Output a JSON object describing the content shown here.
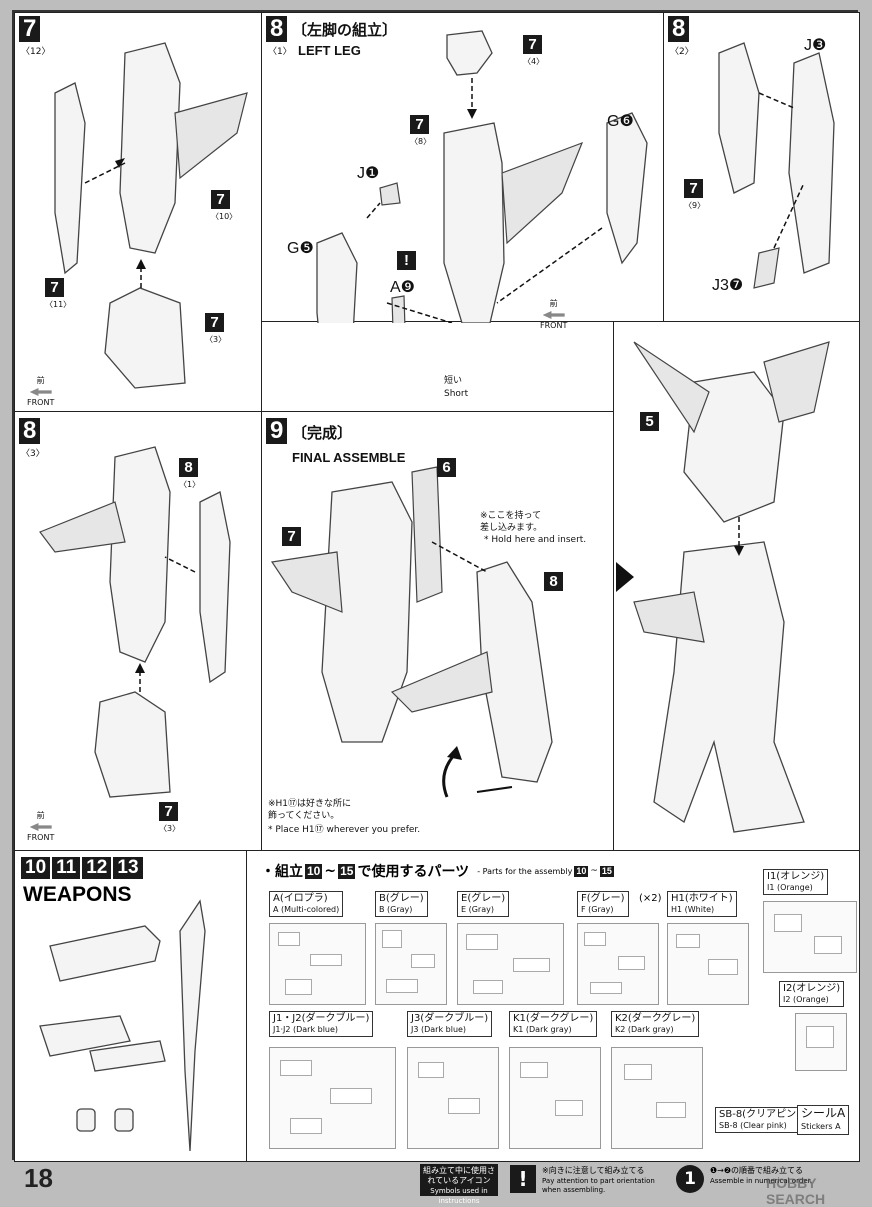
{
  "page_number": "18",
  "front_label_jp": "前",
  "front_label_en": "FRONT",
  "steps": {
    "s7_12": {
      "num": "7",
      "sub": "〈12〉",
      "tags": [
        {
          "num": "7",
          "sub": "〈10〉"
        },
        {
          "num": "7",
          "sub": "〈11〉"
        },
        {
          "num": "7",
          "sub": "〈3〉"
        }
      ]
    },
    "s8_1": {
      "num": "8",
      "sub": "〈1〉",
      "title_jp": "〔左脚の組立〕",
      "title_en": "LEFT LEG",
      "tags": [
        {
          "num": "7",
          "sub": "〈4〉"
        },
        {
          "num": "7",
          "sub": "〈8〉"
        }
      ],
      "labels": {
        "j1": "J❶",
        "g6": "G❻",
        "g5": "G❺",
        "a9": "A❾"
      },
      "short_jp": "短い",
      "short_en": "Short"
    },
    "s8_2": {
      "num": "8",
      "sub": "〈2〉",
      "tags": [
        {
          "num": "7",
          "sub": "〈9〉"
        }
      ],
      "labels": {
        "j3a": "J❸",
        "j3b": "J3❼"
      }
    },
    "s8_3": {
      "num": "8",
      "sub": "〈3〉",
      "tags": [
        {
          "num": "8",
          "sub": "〈1〉"
        },
        {
          "num": "7",
          "sub": "〈3〉"
        }
      ]
    },
    "s9": {
      "num": "9",
      "title_jp": "〔完成〕",
      "title_en": "FINAL ASSEMBLE",
      "tags": [
        "6",
        "7",
        "8"
      ],
      "hold_jp": "※ここを持って\n差し込みます。",
      "hold_en": "* Hold here and insert.",
      "place_jp": "※H1⑰は好きな所に\n飾ってください。",
      "place_en": "* Place H1⑰ wherever you prefer."
    },
    "final_tag": "5"
  },
  "weapons": {
    "nums": [
      "10",
      "11",
      "12",
      "13"
    ],
    "title": "WEAPONS"
  },
  "parts_header": {
    "jp_a": "・組立",
    "n10": "10",
    "tilde": "~",
    "n15": "15",
    "jp_b": "で使用するパーツ",
    "en": "- Parts for the assembly"
  },
  "parts": [
    {
      "jp": "A(イロプラ)",
      "en": "A (Multi-colored)"
    },
    {
      "jp": "B(グレー)",
      "en": "B (Gray)"
    },
    {
      "jp": "E(グレー)",
      "en": "E (Gray)"
    },
    {
      "jp": "F(グレー)",
      "en": "F (Gray)",
      "extra": "(×2)"
    },
    {
      "jp": "H1(ホワイト)",
      "en": "H1 (White)"
    },
    {
      "jp": "I1(オレンジ)",
      "en": "I1 (Orange)"
    },
    {
      "jp": "I2(オレンジ)",
      "en": "I2 (Orange)"
    },
    {
      "jp": "J1・J2(ダークブルー)",
      "en": "J1·J2 (Dark blue)"
    },
    {
      "jp": "J3(ダークブルー)",
      "en": "J3 (Dark blue)"
    },
    {
      "jp": "K1(ダークグレー)",
      "en": "K1 (Dark gray)"
    },
    {
      "jp": "K2(ダークグレー)",
      "en": "K2 (Dark gray)"
    },
    {
      "jp": "SB-8(クリアピンク)",
      "en": "SB-8 (Clear pink)"
    },
    {
      "jp": "シールA",
      "en": "Stickers A"
    }
  ],
  "footer": {
    "icons_jp": "組み立て中に使用されているアイコン",
    "icons_en": "Symbols used in instructions",
    "warn_jp": "※向きに注意して組み立てる",
    "warn_en": "Pay attention to part orientation when assembling.",
    "order_jp": "❶→❷の順番で組み立てる",
    "order_en": "Assemble in numerical order.",
    "watermark": "HOBBY SEARCH"
  }
}
